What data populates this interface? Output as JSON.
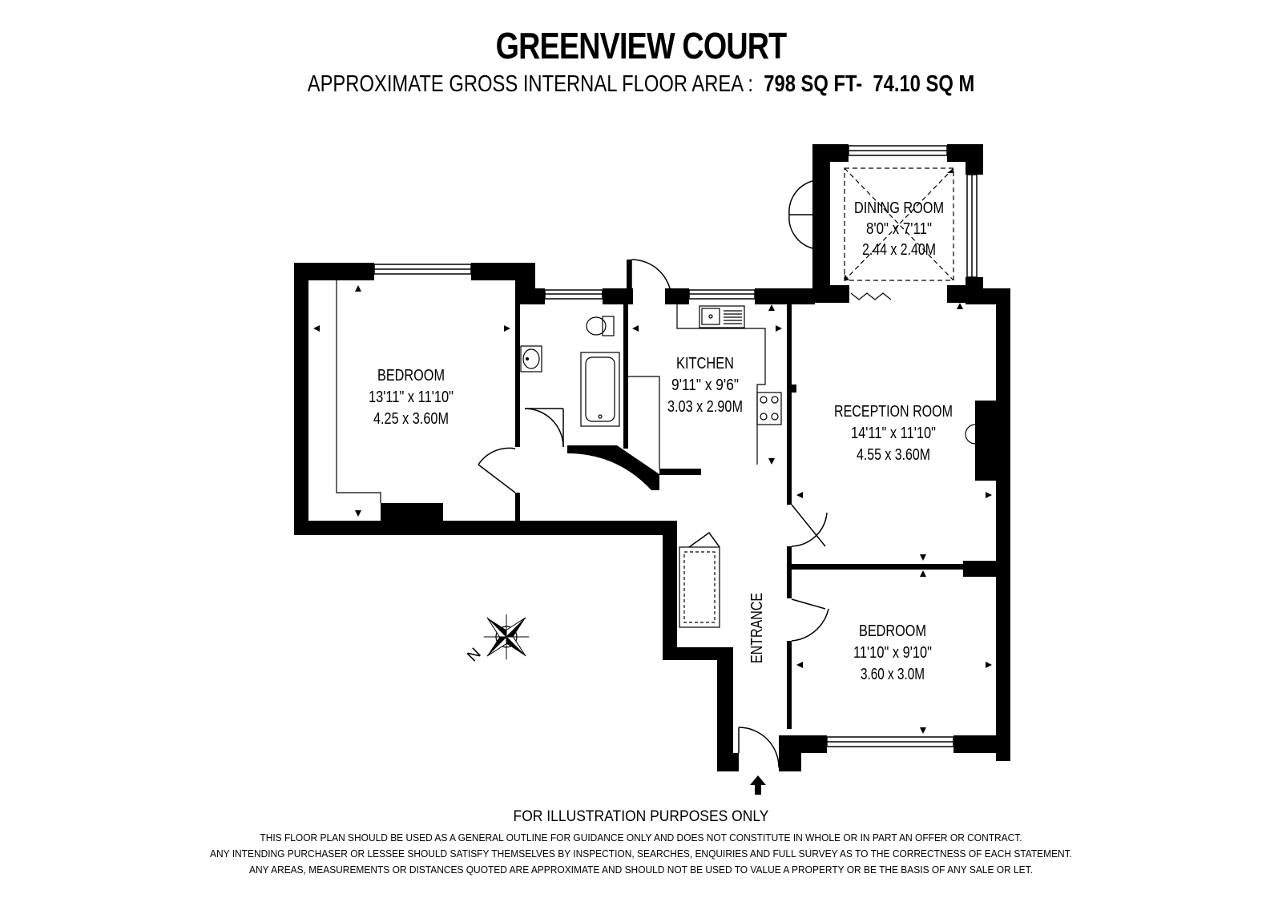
{
  "header": {
    "title": "GREENVIEW COURT",
    "area_label": "APPROXIMATE GROSS INTERNAL FLOOR AREA :",
    "area_sqft": "798 SQ FT-",
    "area_sqm": "74.10 SQ M"
  },
  "rooms": {
    "dining": {
      "name": "DINING ROOM",
      "imperial": "8'0\" x 7'11\"",
      "metric": "2.44 x 2.40M"
    },
    "bedroom_left": {
      "name": "BEDROOM",
      "imperial": "13'11\" x 11'10\"",
      "metric": "4.25 x 3.60M"
    },
    "kitchen": {
      "name": "KITCHEN",
      "imperial": "9'11\" x 9'6\"",
      "metric": "3.03 x 2.90M"
    },
    "reception": {
      "name": "RECEPTION ROOM",
      "imperial": "14'11\" x 11'10\"",
      "metric": "4.55 x 3.60M"
    },
    "bedroom_right": {
      "name": "BEDROOM",
      "imperial": "11'10\" x 9'10\"",
      "metric": "3.60 x 3.0M"
    },
    "entrance": {
      "name": "ENTRANCE"
    }
  },
  "compass": {
    "north_label": "N"
  },
  "footer": {
    "heading": "FOR ILLUSTRATION PURPOSES ONLY",
    "line1": "THIS FLOOR PLAN SHOULD BE USED AS A GENERAL OUTLINE FOR GUIDANCE ONLY AND DOES NOT CONSTITUTE IN WHOLE OR IN PART AN OFFER OR CONTRACT.",
    "line2": "ANY INTENDING PURCHASER OR LESSEE SHOULD SATISFY THEMSELVES BY INSPECTION, SEARCHES, ENQUIRIES AND FULL SURVEY AS TO THE CORRECTNESS OF EACH STATEMENT.",
    "line3": "ANY AREAS, MEASUREMENTS OR DISTANCES QUOTED ARE APPROXIMATE AND SHOULD NOT BE USED TO VALUE A PROPERTY OR BE THE BASIS OF ANY SALE OR LET."
  }
}
